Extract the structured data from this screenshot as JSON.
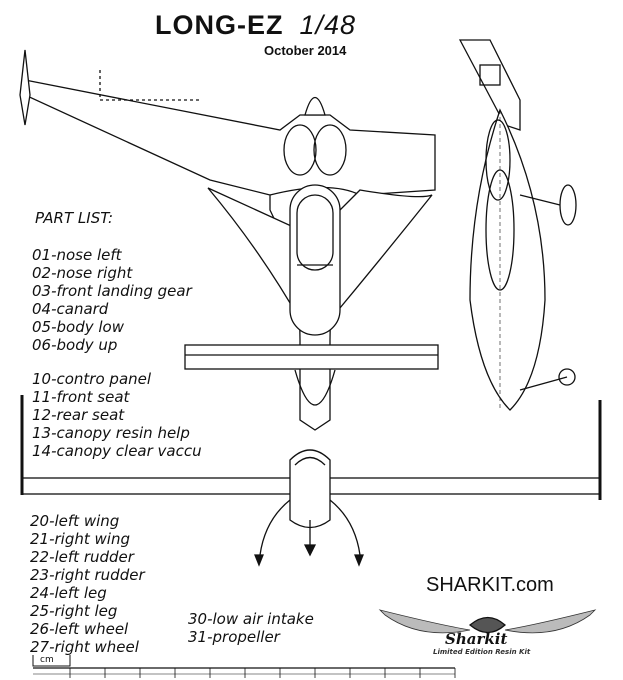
{
  "title": {
    "name": "LONG-EZ",
    "scale": "1/48",
    "date": "October 2014"
  },
  "part_list": {
    "heading": "PART LIST:",
    "group1": [
      "01-nose left",
      "02-nose right",
      "03-front landing gear",
      "04-canard",
      "05-body low",
      "06-body up"
    ],
    "group2": [
      "10-contro panel",
      "11-front seat",
      "12-rear seat",
      "13-canopy resin help",
      "14-canopy clear vaccu"
    ],
    "group3": [
      "20-left wing",
      "21-right wing",
      "22-left rudder",
      "23-right rudder",
      "24-left leg",
      "25-right leg",
      "26-left wheel",
      "27-right wheel"
    ],
    "group4": [
      "30-low air intake",
      "31-propeller"
    ]
  },
  "brand": {
    "site": "SHARKIT.com",
    "logo_text": "Sharkit",
    "logo_tagline": "Limited Edition Resin Kit"
  },
  "ruler": {
    "unit": "cm"
  }
}
